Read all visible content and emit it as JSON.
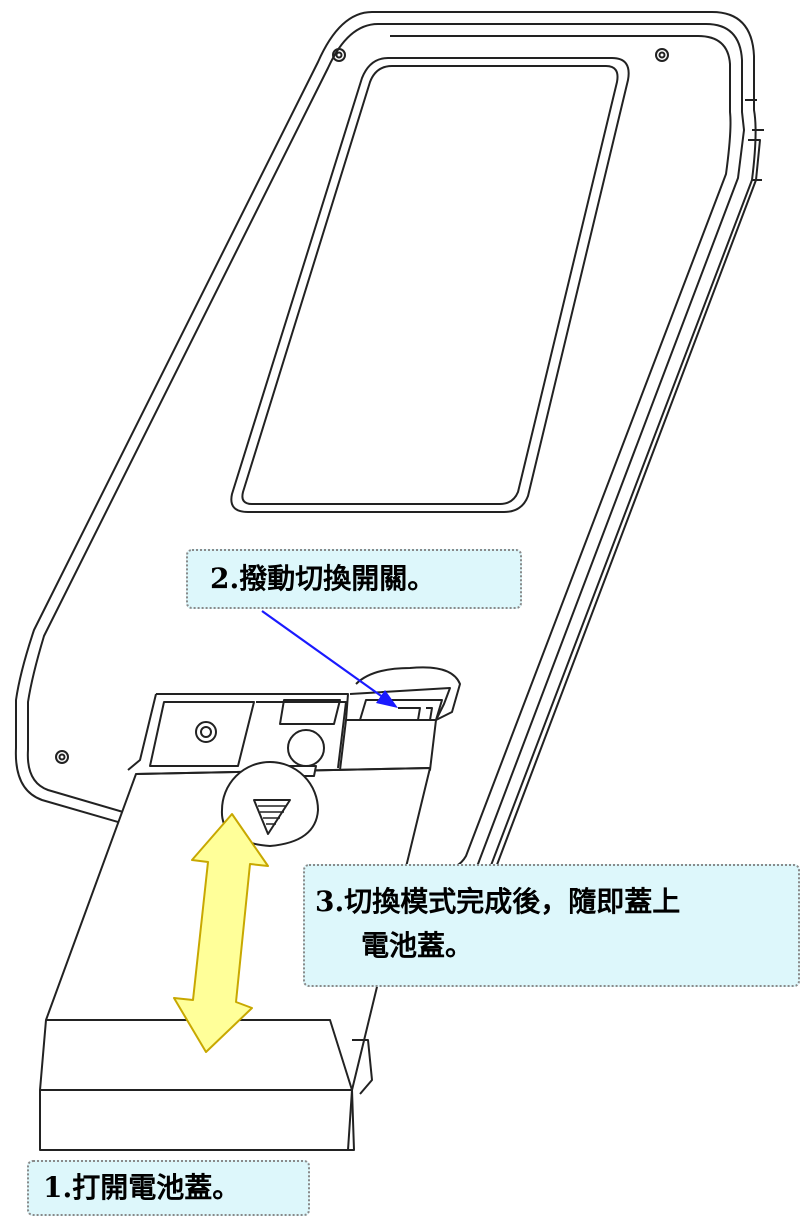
{
  "steps": {
    "step1": "1.打開電池蓋。",
    "step2": "2.撥動切換開關。",
    "step3_line1": "3.切換模式完成後，隨即蓋上",
    "step3_line2": "電池蓋。"
  },
  "colors": {
    "callout_bg": "#ddf7fb",
    "callout_border": "#8a8a8a",
    "pointer_arrow": "#1a1aff",
    "double_arrow_fill": "#ffff99",
    "double_arrow_stroke": "#c8a800",
    "line": "#222222"
  },
  "icons": {
    "pointer": "blue-pointer-arrow",
    "slide": "double-headed-slide-arrow",
    "cover_triangle": "triangle-down-icon"
  }
}
